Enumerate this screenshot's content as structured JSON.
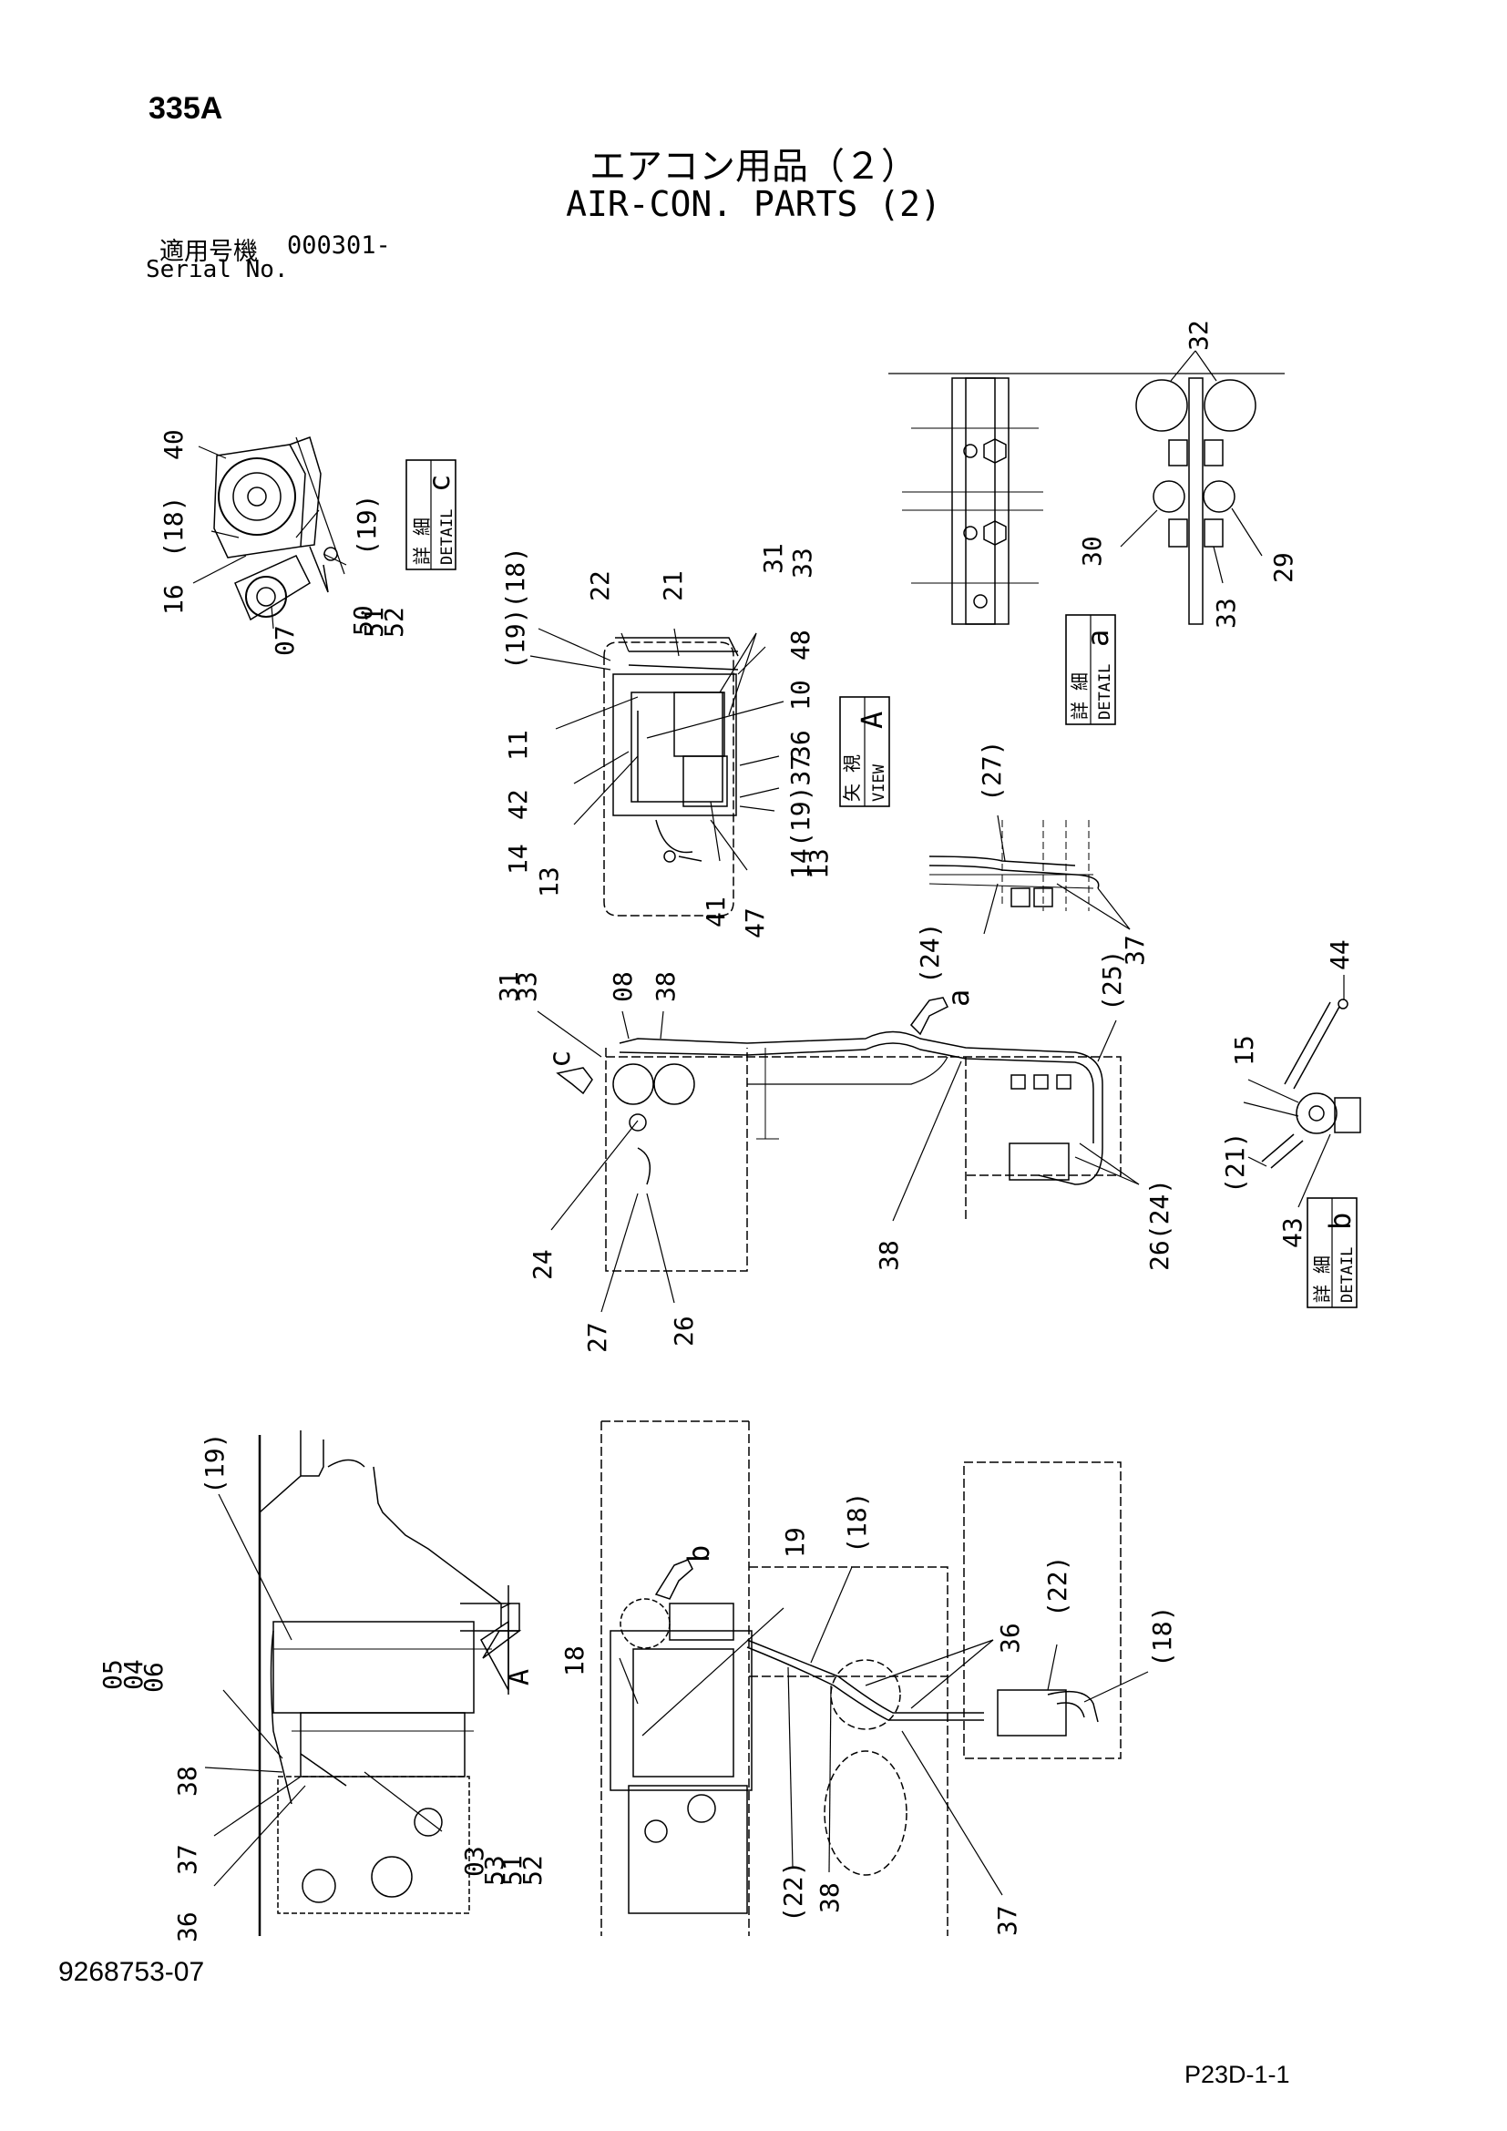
{
  "header": {
    "model": "335A",
    "title_ja": "エアコン用品（２）",
    "title_en": "AIR-CON. PARTS (2)",
    "serial_label_ja": "適用号機",
    "serial_value": "000301-",
    "serial_label_en": "Serial No."
  },
  "footer": {
    "doc_number": "9268753-07",
    "page_ref": "P23D-1-1"
  },
  "boxes": {
    "detail_c": {
      "ja": "詳 細",
      "en": "DETAIL",
      "letter": "c"
    },
    "detail_a": {
      "ja": "詳 細",
      "en": "DETAIL",
      "letter": "a"
    },
    "view_a": {
      "ja": "矢 視",
      "en": "VIEW",
      "letter": "A"
    },
    "detail_b": {
      "ja": "詳 細",
      "en": "DETAIL",
      "letter": "b"
    }
  },
  "markers": {
    "a": "a",
    "c": "c",
    "b": "b",
    "A": "A"
  },
  "callouts": {
    "c40": "40",
    "c19a": "(19)",
    "c18a": "(18)",
    "c16": "16",
    "c07": "07",
    "c50": "50",
    "c51a": "51",
    "c52a": "52",
    "c22a": "22",
    "c21": "21",
    "c31a": "31",
    "c33a": "33",
    "c19b18b": "(19)(18)",
    "c11": "11",
    "c48": "48",
    "c10": "10",
    "c36a": "36",
    "c42": "42",
    "c1937": "(19)37",
    "c14a": "14",
    "c13a": "13",
    "c41": "41",
    "c47": "47",
    "c14b": "14",
    "c13b": "13",
    "c32": "32",
    "c30": "30",
    "c29": "29",
    "c33b": "33",
    "c27a": "(27)",
    "c24a": "(24)",
    "c37a": "37",
    "c31b": "31",
    "c33c": "33",
    "c08": "08",
    "c38a": "38",
    "c25": "(25)",
    "c24b": "24",
    "c27b": "27",
    "c26a": "26",
    "c38b": "38",
    "c2624": "26(24)",
    "c44": "44",
    "c15": "15",
    "c21b": "(21)",
    "c43": "43",
    "c19c": "(19)",
    "c05": "05",
    "c04": "04",
    "c06": "06",
    "c38c": "38",
    "c37b": "37",
    "c36b": "36",
    "c03": "03",
    "c53": "53",
    "c51b": "51",
    "c52b": "52",
    "c19d": "19",
    "c18b": "(18)",
    "c18c": "18",
    "c36c": "36",
    "c22b": "(22)",
    "c18d": "(18)",
    "c22c": "(22)",
    "c38d": "38",
    "c37c": "37"
  }
}
